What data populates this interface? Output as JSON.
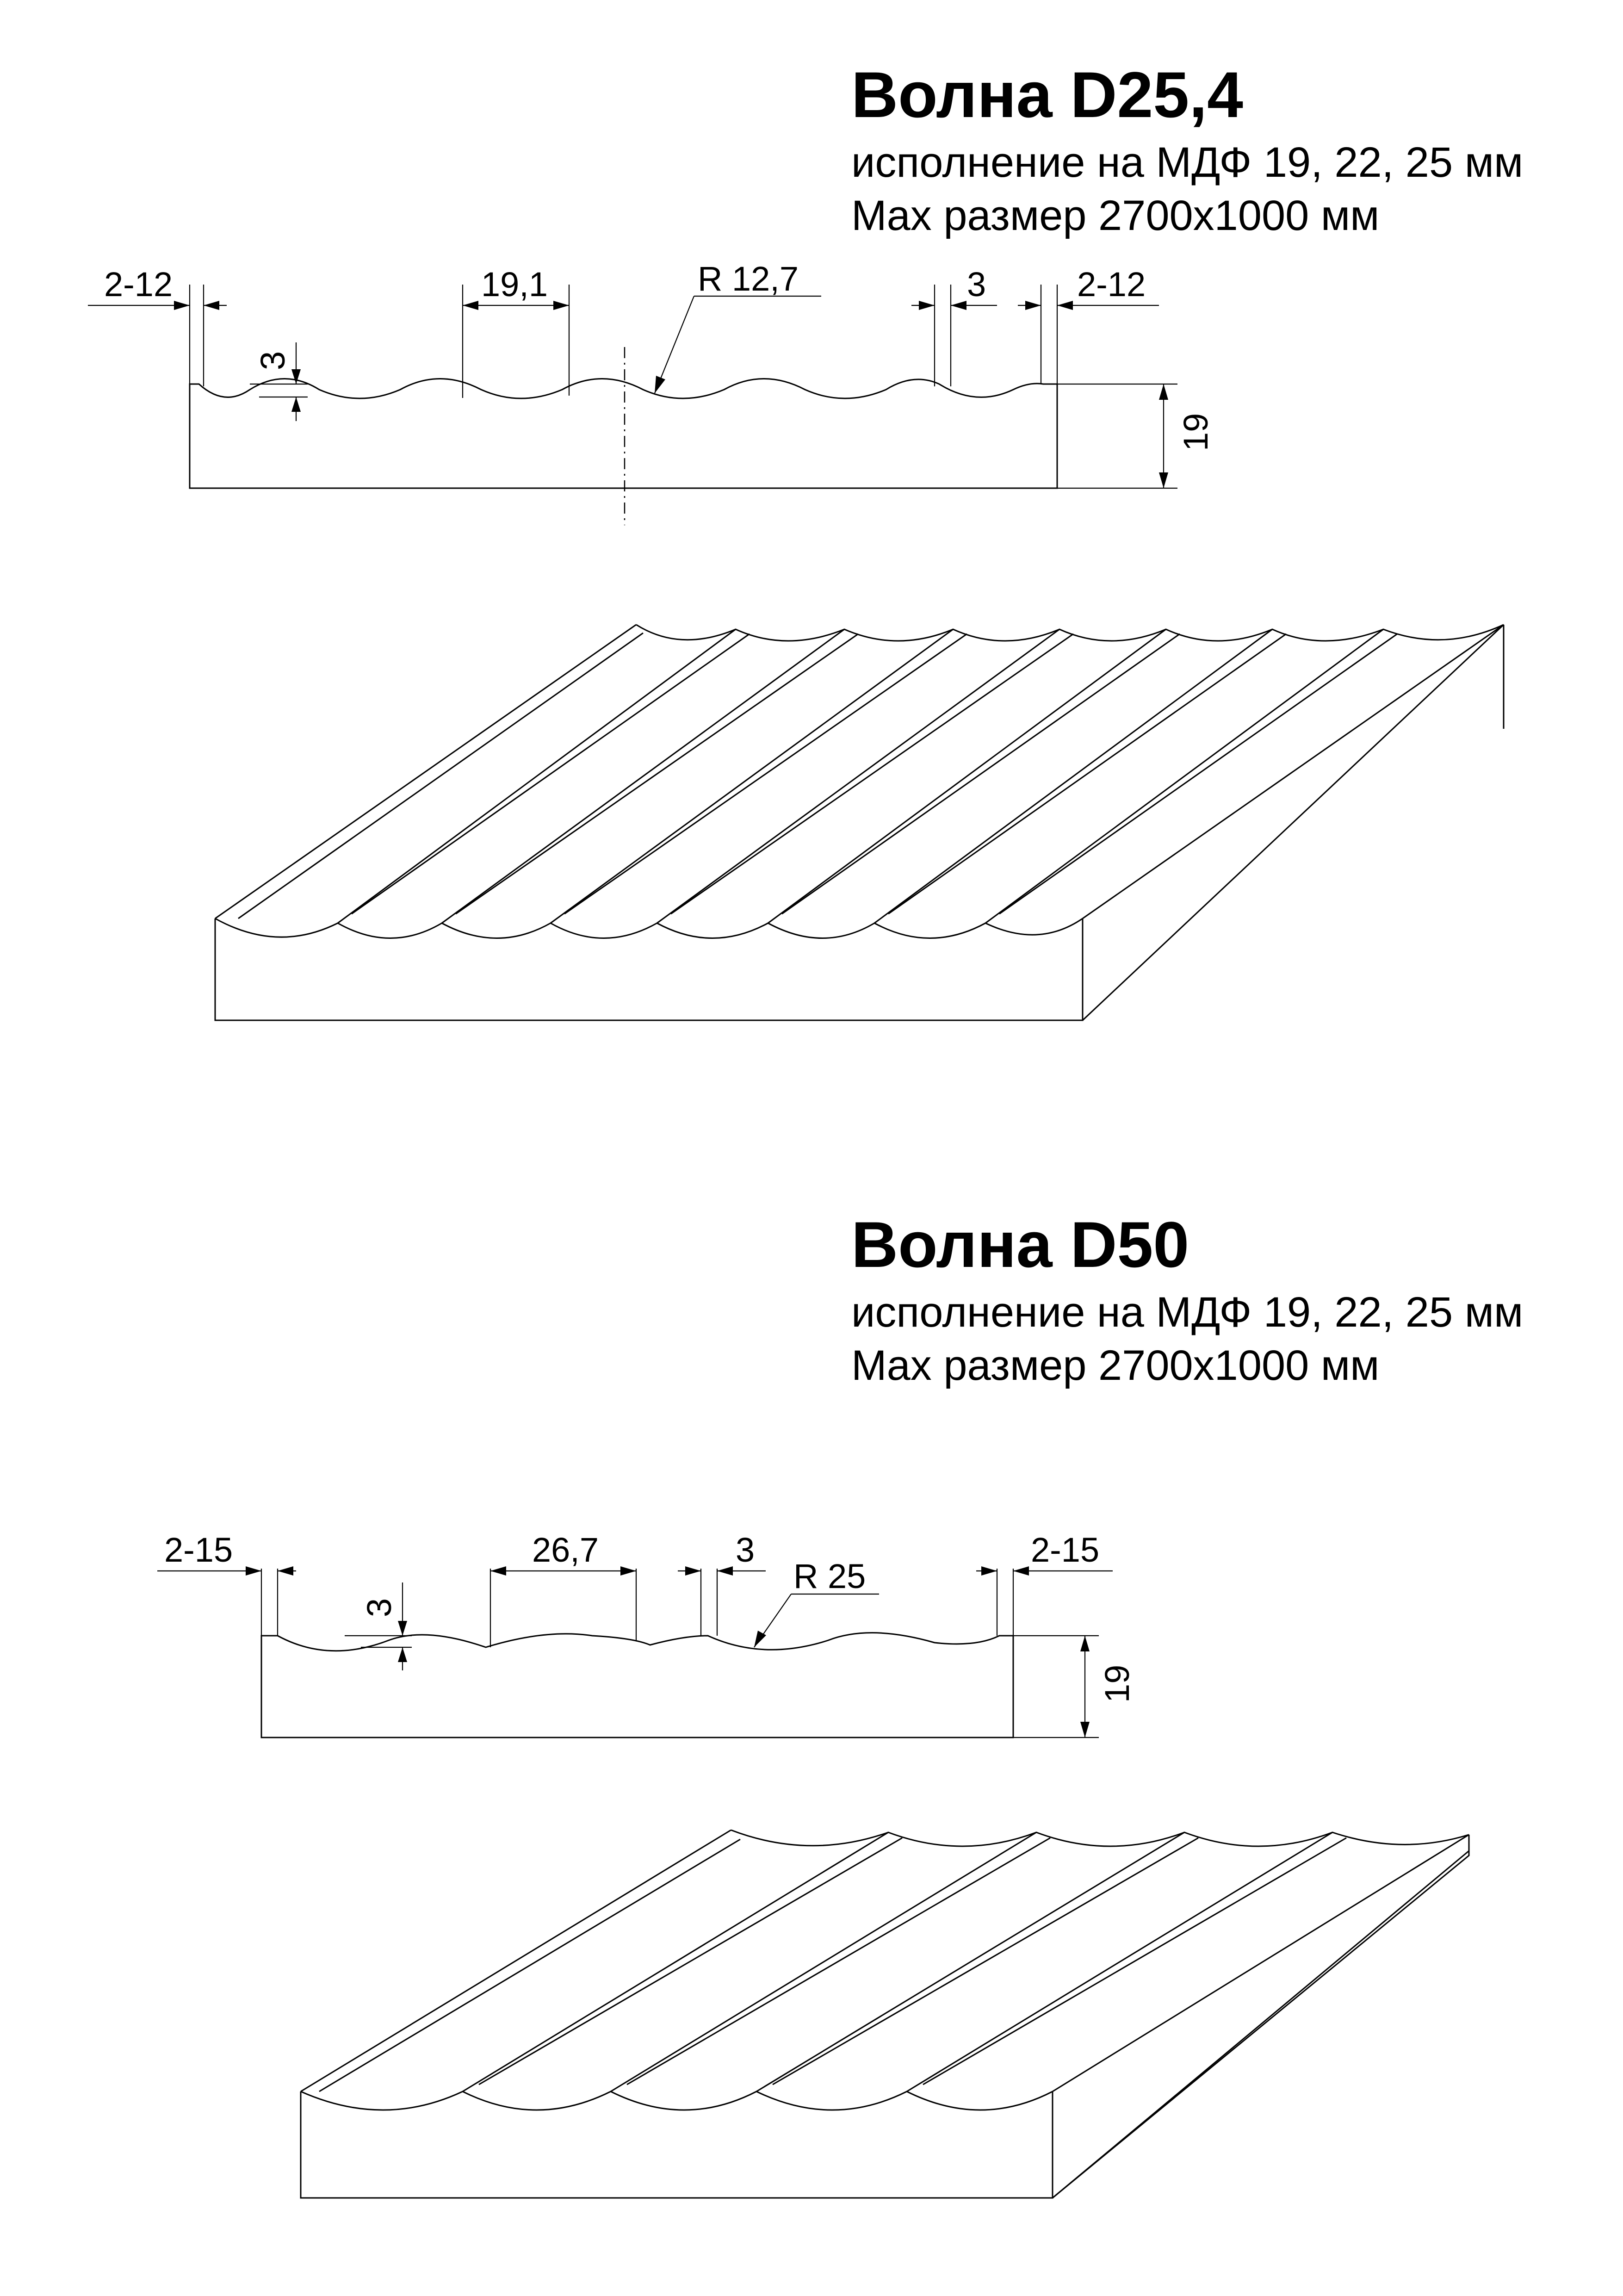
{
  "profiles": [
    {
      "title": "Волна D25,4",
      "subtitle_line1": "исполнение на МДФ 19, 22, 25 мм",
      "subtitle_line2": "Max размер 2700x1000 мм",
      "dims": {
        "edge_left": "2-12",
        "pitch": "19,1",
        "radius": "R 12,7",
        "gap": "3",
        "edge_right": "2-12",
        "depth": "3",
        "thickness": "19"
      }
    },
    {
      "title": "Волна D50",
      "subtitle_line1": "исполнение на МДФ 19, 22, 25 мм",
      "subtitle_line2": "Max размер 2700x1000 мм",
      "dims": {
        "edge_left": "2-15",
        "pitch": "26,7",
        "gap": "3",
        "radius": "R 25",
        "edge_right": "2-15",
        "depth": "3",
        "thickness": "19"
      }
    }
  ]
}
